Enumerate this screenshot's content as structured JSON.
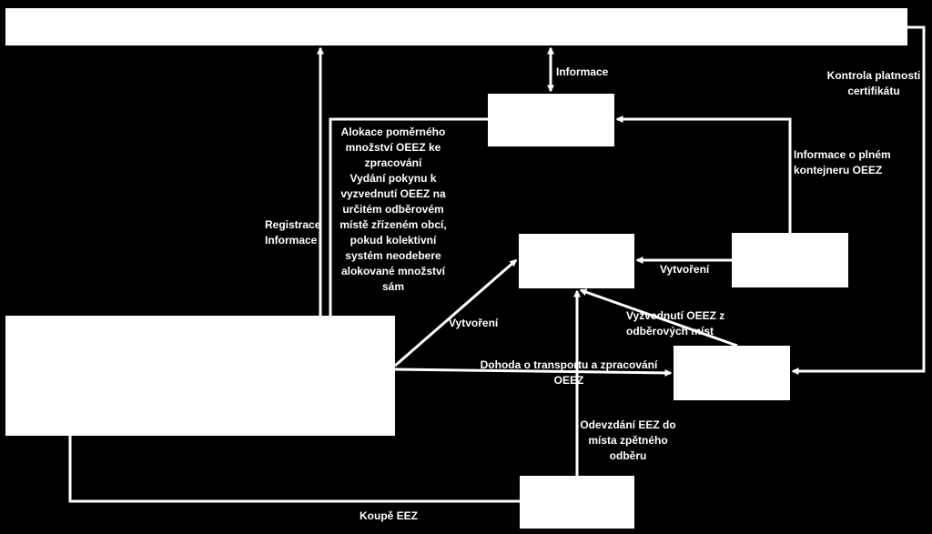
{
  "diagram": {
    "colors": {
      "background": "#000000",
      "box": "#ffffff",
      "line": "#ffffff",
      "text": "#ffffff"
    },
    "edges": {
      "informace_top": "Informace",
      "kontrola": [
        "Kontrola platnosti",
        "certifikátu"
      ],
      "alokace": [
        "Alokace poměrného",
        "množství OEEZ ke",
        "zpracování",
        "Vydání pokynu k",
        "vyzvednutí OEEZ na",
        "určitém odběrovém",
        "místě zřízeném obcí,",
        "pokud kolektivní",
        "systém neodebere",
        "alokované množství",
        "sám"
      ],
      "registrace": [
        "Registrace",
        "Informace"
      ],
      "plny_kontejner": [
        "Informace o plném",
        "kontejneru OEEZ"
      ],
      "vytvoreni_right": "Vytvoření",
      "vytvoreni_left": "Vytvoření",
      "vyzvednuti": [
        "Vyzvednutí OEEZ z",
        "odběrových míst"
      ],
      "dohoda": [
        "Dohoda o transportu a zpracování",
        "OEEZ"
      ],
      "odevzdani": [
        "Odevzdání EEZ do",
        "místa zpětného",
        "odběru"
      ],
      "koupe": "Koupě EEZ"
    }
  }
}
